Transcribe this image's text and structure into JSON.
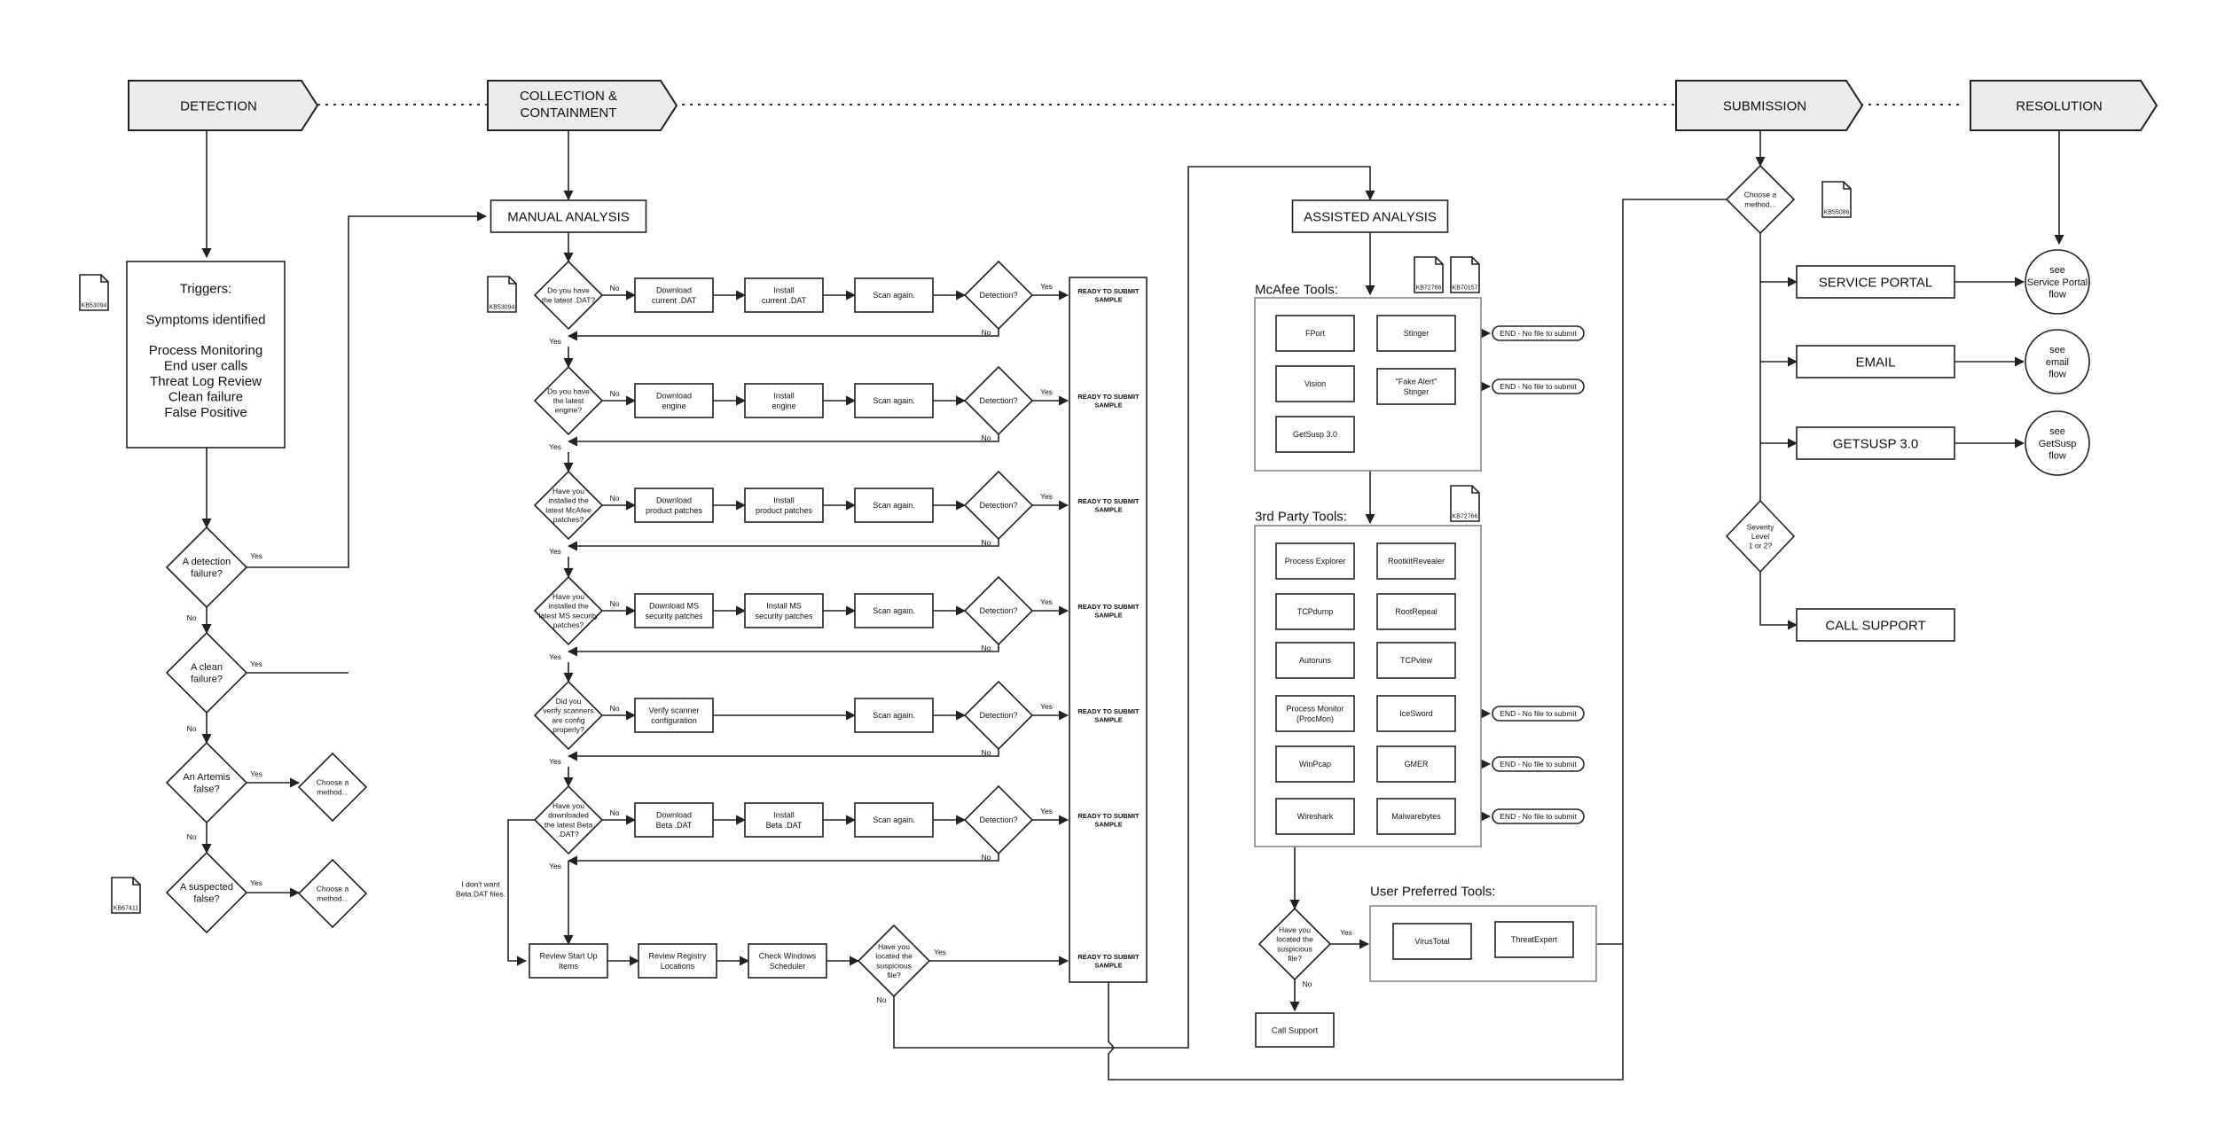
{
  "phases": {
    "detection": "DETECTION",
    "collection_1": "COLLECTION &",
    "collection_2": "CONTAINMENT",
    "submission": "SUBMISSION",
    "resolution": "RESOLUTION"
  },
  "detection": {
    "kb_top": "KB53094",
    "kb_bottom": "KB67411",
    "triggers_title": "Triggers:",
    "triggers_line1": "Symptoms identified",
    "triggers_list": [
      "Process Monitoring",
      "End user calls",
      "Threat Log Review",
      "Clean failure",
      "False Positive"
    ],
    "d1": [
      "A detection",
      "failure?"
    ],
    "d2": [
      "A clean",
      "failure?"
    ],
    "d3": [
      "An Artemis",
      "false?"
    ],
    "d4": [
      "A suspected",
      "false?"
    ],
    "choose": [
      "Choose a",
      "method..."
    ],
    "yes": "Yes",
    "no": "No"
  },
  "manual": {
    "title": "MANUAL ANALYSIS",
    "kb": "KB53094",
    "rows": [
      {
        "q": [
          "Do you have",
          "the latest .DAT?"
        ],
        "a": [
          "Download",
          "current .DAT"
        ],
        "b": [
          "Install",
          "current .DAT"
        ]
      },
      {
        "q": [
          "Do you have",
          "the latest",
          "engine?"
        ],
        "a": [
          "Download",
          "engine"
        ],
        "b": [
          "Install",
          "engine"
        ]
      },
      {
        "q": [
          "Have you",
          "installed the",
          "latest McAfee",
          "patches?"
        ],
        "a": [
          "Download",
          "product patches"
        ],
        "b": [
          "Install",
          "product patches"
        ]
      },
      {
        "q": [
          "Have you",
          "installed the",
          "latest MS security",
          "patches?"
        ],
        "a": [
          "Download MS",
          "security patches"
        ],
        "b": [
          "Install MS",
          "security patches"
        ]
      },
      {
        "q": [
          "Did you",
          "verify scanners",
          "are config",
          "properly?"
        ],
        "a": [
          "Verify scanner",
          "configuration"
        ],
        "b": []
      },
      {
        "q": [
          "Have you",
          "downloaded",
          "the latest Beta",
          ".DAT?"
        ],
        "a": [
          "Download",
          "Beta .DAT"
        ],
        "b": [
          "Install",
          "Beta .DAT"
        ]
      }
    ],
    "scan": "Scan again.",
    "detection_q": "Detection?",
    "ready": [
      "READY TO SUBMIT",
      "SAMPLE"
    ],
    "no_beta": [
      "I don't want",
      "Beta.DAT files."
    ],
    "review_startup": [
      "Review Start Up",
      "Items"
    ],
    "review_registry": [
      "Review Registry",
      "Locations"
    ],
    "check_scheduler": [
      "Check Windows",
      "Scheduler"
    ],
    "located_q": [
      "Have you",
      "located the",
      "suspicious",
      "file?"
    ]
  },
  "assisted": {
    "title": "ASSISTED ANALYSIS",
    "mcafee_title": "McAfee Tools:",
    "kb_mcafee_1": "KB72766",
    "kb_mcafee_2": "KB70157",
    "kb_third": "KB72766",
    "mcafee_tools": [
      [
        "FPort"
      ],
      [
        "Stinger"
      ],
      [
        "Vision"
      ],
      [
        "\"Fake Alert\"",
        "Stinger"
      ],
      [
        "GetSusp 3.0"
      ]
    ],
    "third_title": "3rd Party Tools:",
    "third_tools": [
      [
        "Process Explorer"
      ],
      [
        "RootkitRevealer"
      ],
      [
        "TCPdump"
      ],
      [
        "RootRepeal"
      ],
      [
        "Autoruns"
      ],
      [
        "TCPview"
      ],
      [
        "Process Monitor",
        "(ProcMon)"
      ],
      [
        "IceSword"
      ],
      [
        "WinPcap"
      ],
      [
        "GMER"
      ],
      [
        "Wireshark"
      ],
      [
        "Malwarebytes"
      ]
    ],
    "end_label": "END - No file to submit",
    "user_title": "User Preferred Tools:",
    "user_tools": [
      "VirusTotal",
      "ThreatExpert"
    ],
    "located_q": [
      "Have you",
      "located the",
      "suspicious",
      "file?"
    ],
    "call_support": "Call Support"
  },
  "submission": {
    "choose": [
      "Choose a",
      "method..."
    ],
    "kb": "KB55086",
    "service_portal": "SERVICE PORTAL",
    "email": "EMAIL",
    "getsusp": "GETSUSP 3.0",
    "severity": [
      "Severity",
      "Level",
      "1 or 2?"
    ],
    "call_support": "CALL SUPPORT"
  },
  "resolution": {
    "portal_flow": [
      "see",
      "Service Portal",
      "flow"
    ],
    "email_flow": [
      "see",
      "email",
      "flow"
    ],
    "getsusp_flow": [
      "see",
      "GetSusp",
      "flow"
    ]
  }
}
